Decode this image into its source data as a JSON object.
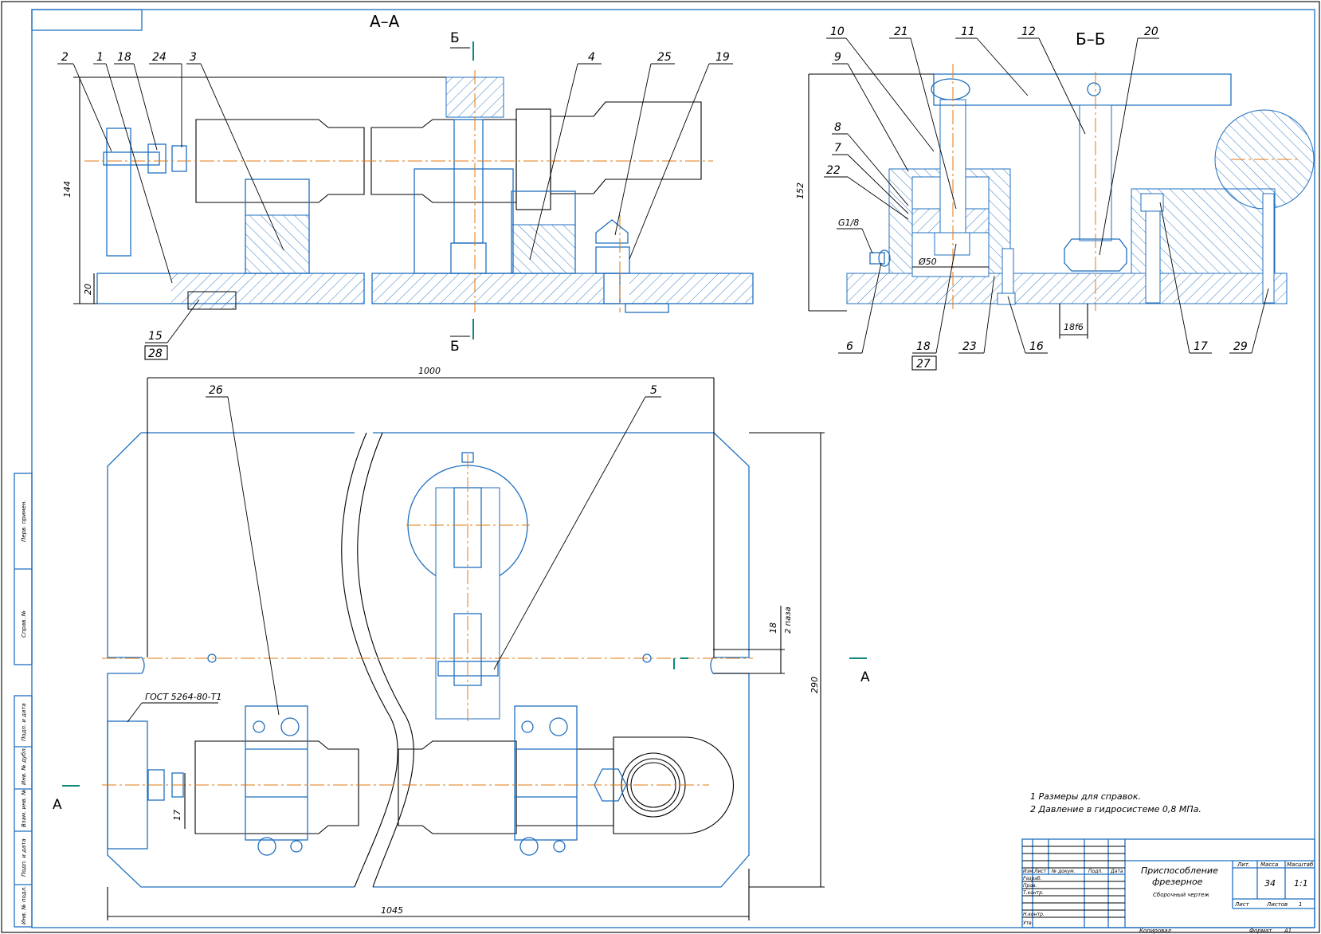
{
  "drawing": {
    "section_aa_title": "А–А",
    "section_bb_title": "Б–Б",
    "section_marker_b": "Б",
    "section_marker_a": "А",
    "colors": {
      "outline": "#1f6fbf",
      "centerline": "#e07a10",
      "dimension": "#000000",
      "section_marker": "#0a8a7a"
    }
  },
  "view_aa": {
    "leaders": [
      "2",
      "1",
      "18",
      "24",
      "3",
      "4",
      "25",
      "19",
      "15",
      "28"
    ],
    "dimensions": {
      "height_total": "144",
      "base_thickness": "20"
    }
  },
  "view_bb": {
    "leaders": [
      "10",
      "9",
      "21",
      "11",
      "12",
      "20",
      "8",
      "7",
      "22",
      "6",
      "18",
      "27",
      "23",
      "16",
      "17",
      "29"
    ],
    "thread_label": "G1/8",
    "bore_label": "Ø50",
    "fit_label": "18f6",
    "dimensions": {
      "height_total": "152"
    }
  },
  "plan_view": {
    "leaders": [
      "26",
      "5"
    ],
    "standard_note": "ГОСТ 5264-80-Т1",
    "dimensions": {
      "width_inner": "1000",
      "width_total": "1045",
      "height_total": "290",
      "slot_width": "18",
      "slot_note": "2 паза",
      "weld_size": "17"
    }
  },
  "notes": [
    "1 Размеры для справок.",
    "2 Давление в гидросистеме 0,8 МПа."
  ],
  "title_block": {
    "title_line1": "Приспособление",
    "title_line2": "фрезерное",
    "doc_type": "Сборочный чертеж",
    "col_headers": [
      "Изм.",
      "Лист",
      "№ докум.",
      "Подп.",
      "Дата"
    ],
    "row_labels": [
      "Разраб.",
      "Пров.",
      "Т.контр.",
      "",
      "Н.контр.",
      "Утв."
    ],
    "lit_label": "Лит.",
    "mass_label": "Масса",
    "scale_label": "Масштаб",
    "mass_value": "34",
    "scale_value": "1:1",
    "sheet_label": "Лист",
    "sheets_label": "Листов",
    "sheets_value": "1",
    "copied_label": "Копировал",
    "format_label": "Формат",
    "format_value": "A1"
  },
  "side_stamp": [
    "Перв. примен.",
    "Справ. №",
    "Подп. и дата",
    "Инв. № дубл.",
    "Взам. инв. №",
    "Подп. и дата",
    "Инв. № подл."
  ]
}
